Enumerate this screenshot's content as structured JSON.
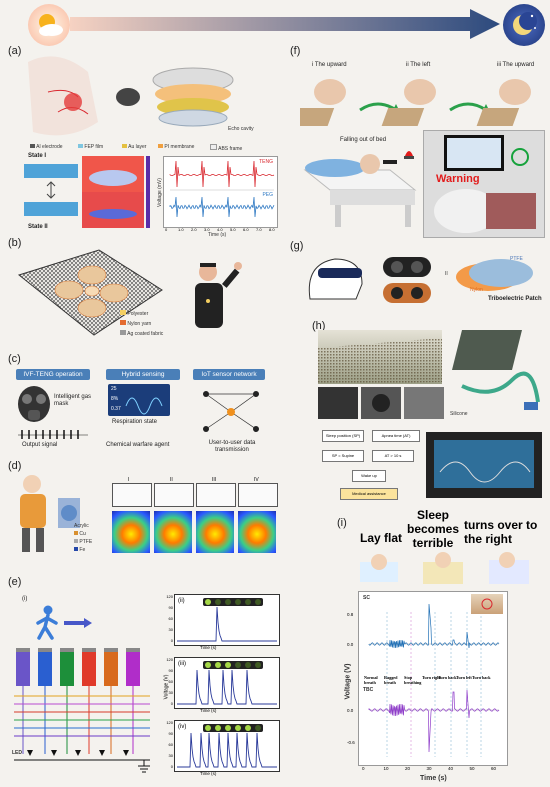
{
  "colors": {
    "arrow_start": "#f6c9b4",
    "arrow_end": "#2c4a7e",
    "moon_bg": "#2c4a9a",
    "sun_bg": "#f9b8a0",
    "teng_trace": "#d9282f",
    "peg_trace": "#2f79c3",
    "voltage_trace": "#2a3a9a",
    "sc_trace": "#1f6fb5",
    "tbc_trace": "#8e3cc9",
    "accent_orange": "#f0911e",
    "warning": "#e21b1b"
  },
  "icons": [
    "sun-cloud-icon",
    "moon-stars-icon",
    "walking-person-icon",
    "gas-mask-icon",
    "alarm-light-icon",
    "ground-icon",
    "arrow-right-icon"
  ],
  "panels": {
    "a": {
      "label": "(a)",
      "legend": [
        "Al electrode",
        "FEP film",
        "Au layer",
        "PI membrane",
        "ABS frame"
      ],
      "cavity": "Echo cavity",
      "state1": "State I",
      "state2": "State II",
      "traces": [
        "TENG",
        "PEG"
      ],
      "ylabel": "Voltage (mV)",
      "xlabel": "Time (s)",
      "xticks": [
        "0",
        "1.0",
        "2.0",
        "3.0",
        "4.0",
        "5.0",
        "6.0",
        "7.0",
        "8.0"
      ]
    },
    "b": {
      "label": "(b)",
      "legend": [
        "Polyester",
        "Nylon yarn",
        "Ag coated fabric"
      ]
    },
    "c": {
      "label": "(c)",
      "headers": [
        "IVF-TENG operation",
        "Hybrid sensing",
        "IoT sensor network"
      ],
      "items": [
        "Intelligent gas mask",
        "Output signal",
        "Respiration state",
        "Chemical warfare agent",
        "User-to-user data transmission"
      ],
      "screen_nums": [
        "25",
        "8%",
        "0.37"
      ]
    },
    "d": {
      "label": "(d)",
      "legend": [
        "Acrylic",
        "Cu",
        "PTFE",
        "Fe"
      ],
      "stages": [
        "I",
        "II",
        "III",
        "IV"
      ]
    },
    "e": {
      "label": "(e)",
      "sub": "(i)",
      "led": "LED",
      "plots": [
        {
          "id": "(ii)"
        },
        {
          "id": "(iii)"
        },
        {
          "id": "(iv)"
        }
      ],
      "ylabel": "Voltage (V)",
      "xlabel": "Time (s)",
      "yticks": [
        "0",
        "30",
        "60",
        "90",
        "120"
      ],
      "xticks_ii": [
        "-2",
        "-1",
        "0",
        "1",
        "2",
        "3",
        "4",
        "5",
        "6",
        "7",
        "8"
      ],
      "xticks": [
        "0",
        "2",
        "4",
        "6",
        "8",
        "10"
      ],
      "leds": [
        "1",
        "2",
        "3",
        "4",
        "5"
      ]
    },
    "f": {
      "label": "(f)",
      "steps": [
        "i The upward",
        "ii The left",
        "iii The upward"
      ],
      "fall": "Falling out of bed",
      "warning": "Warning"
    },
    "g": {
      "label": "(g)",
      "ptfe": "PTFE",
      "nylon": "Nylon",
      "patch": "Triboelectric Patch",
      "roman": "II"
    },
    "h": {
      "label": "(h)",
      "silicone": "Silicone",
      "flow": [
        "Sleep position (SP)",
        "Apnea time (AT)",
        "SP = Supine",
        "AT > 10 s",
        "Wake up",
        "Medical assistance"
      ]
    },
    "i": {
      "label": "(i)",
      "states": [
        "Lay flat",
        "Sleep becomes terrible",
        "turns over to the right"
      ],
      "sc": "SC",
      "tbc": "TBC",
      "ylabel": "Voltage (V)",
      "xlabel": "Time (s)",
      "annot": [
        "Normal breath",
        "Ragged breath",
        "Stop breathing",
        "Turn right",
        "Turn back",
        "Turn left",
        "Turn back"
      ],
      "yticks_sc": [
        "0.8",
        "0.0"
      ],
      "yticks_tbc": [
        "0.0",
        "-0.6"
      ],
      "xticks": [
        "0",
        "10",
        "20",
        "30",
        "40",
        "50",
        "60"
      ]
    }
  }
}
